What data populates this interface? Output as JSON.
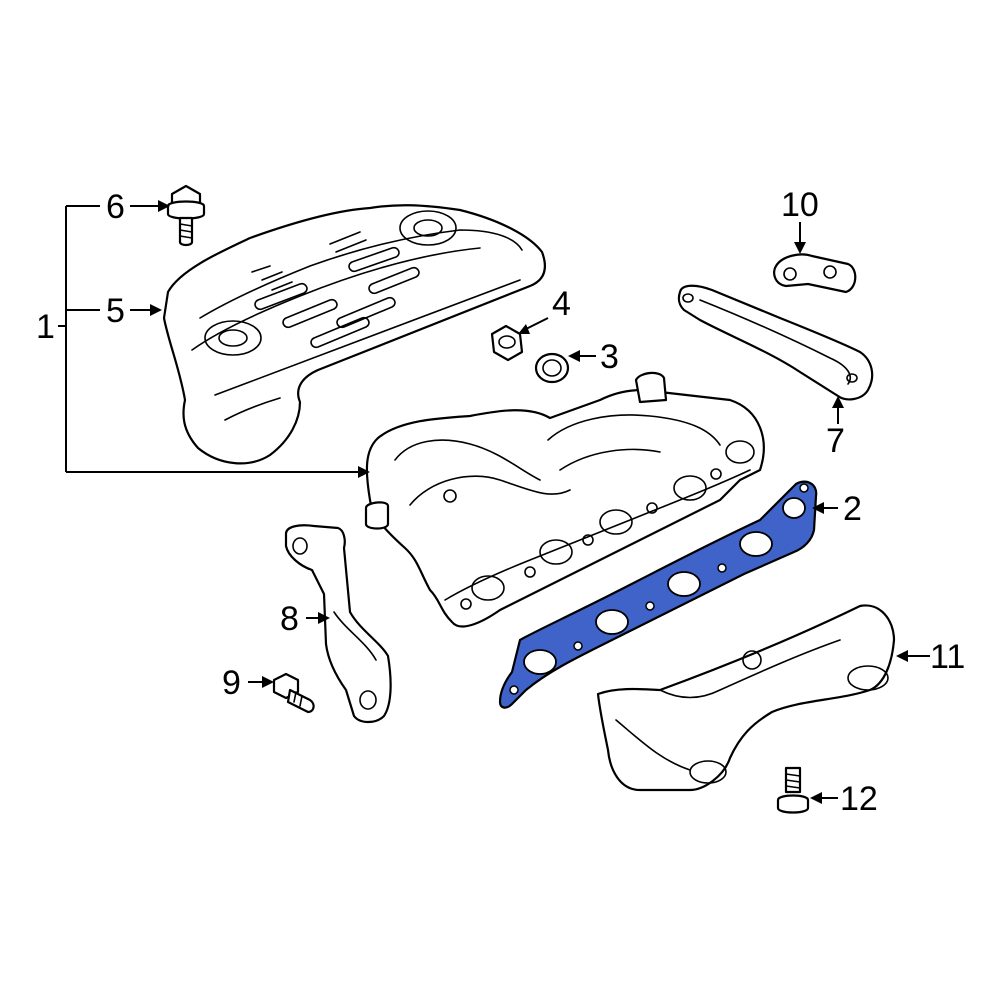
{
  "colors": {
    "background": "#ffffff",
    "line": "#000000",
    "highlight": "#3f63c9"
  },
  "callouts": [
    {
      "id": "1",
      "text": "1"
    },
    {
      "id": "2",
      "text": "2"
    },
    {
      "id": "3",
      "text": "3"
    },
    {
      "id": "4",
      "text": "4"
    },
    {
      "id": "5",
      "text": "5"
    },
    {
      "id": "6",
      "text": "6"
    },
    {
      "id": "7",
      "text": "7"
    },
    {
      "id": "8",
      "text": "8"
    },
    {
      "id": "9",
      "text": "9"
    },
    {
      "id": "10",
      "text": "10"
    },
    {
      "id": "11",
      "text": "11"
    },
    {
      "id": "12",
      "text": "12"
    }
  ],
  "highlighted_callout": "2"
}
